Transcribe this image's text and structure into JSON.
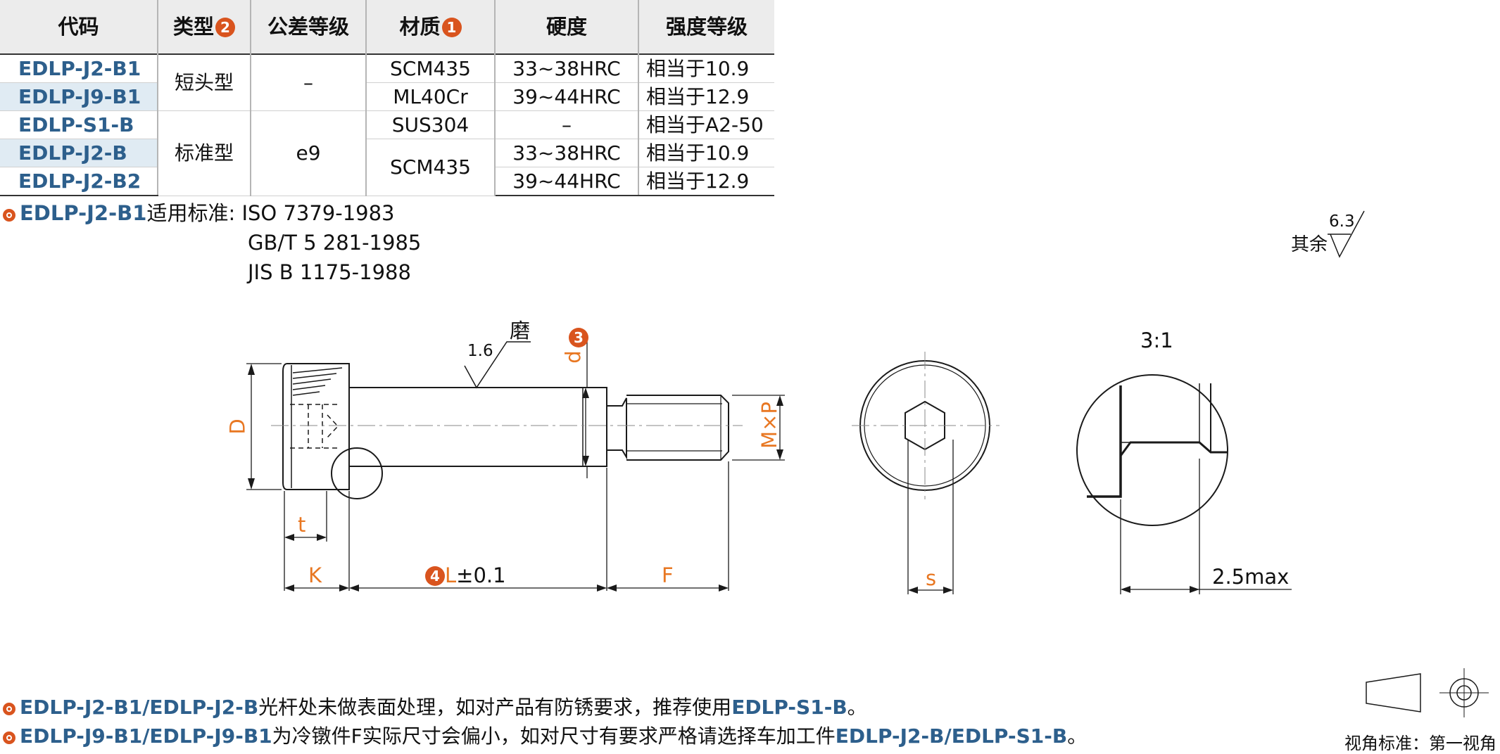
{
  "table": {
    "headers": [
      {
        "label": "代码",
        "badge": ""
      },
      {
        "label": "类型",
        "badge": "2"
      },
      {
        "label": "公差等级",
        "badge": ""
      },
      {
        "label": "材质",
        "badge": "1"
      },
      {
        "label": "硬度",
        "badge": ""
      },
      {
        "label": "强度等级",
        "badge": ""
      }
    ],
    "codes": [
      "EDLP-J2-B1",
      "EDLP-J9-B1",
      "EDLP-S1-B",
      "EDLP-J2-B",
      "EDLP-J2-B2"
    ],
    "types": [
      "短头型",
      "标准型"
    ],
    "tolerances": [
      "–",
      "e9"
    ],
    "materials": [
      "SCM435",
      "ML40Cr",
      "SUS304",
      "SCM435"
    ],
    "hardness": [
      "33~38HRC",
      "39~44HRC",
      "–",
      "33~38HRC",
      "39~44HRC"
    ],
    "strength": [
      "相当于10.9",
      "相当于12.9",
      "相当于A2-50",
      "相当于10.9",
      "相当于12.9"
    ]
  },
  "standards": {
    "code": "EDLP-J2-B1",
    "label": "适用标准:",
    "items": [
      "ISO 7379-1983",
      "GB/T 5 281-1985",
      "JIS B 1175-1988"
    ]
  },
  "surface": {
    "rest_label": "其余",
    "rest_value": "6.3",
    "ground_value": "1.6",
    "ground_label": "磨"
  },
  "dims": {
    "D": "D",
    "d": "d",
    "d_badge": "3",
    "MxP": "M×P",
    "t": "t",
    "K": "K",
    "L_badge": "4",
    "L": "L",
    "L_tol": "±0.1",
    "F": "F",
    "s": "s",
    "scale": "3:1",
    "undercut": "2.5max"
  },
  "notes": [
    {
      "codes": "EDLP-J2-B1/EDLP-J2-B",
      "text": "光杆处未做表面处理，如对产品有防锈要求，推荐使用",
      "code2": "EDLP-S1-B",
      "end": "。"
    },
    {
      "codes": "EDLP-J9-B1/EDLP-J9-B1",
      "text": "为冷镦件F实际尺寸会偏小，如对尺寸有要求严格请选择车加工件",
      "code2": "EDLP-J2-B/EDLP-S1-B",
      "end": "。"
    }
  ],
  "view_standard": "视角标准：第一视角",
  "colors": {
    "code_blue": "#2d5f8c",
    "accent_orange": "#e87722",
    "badge_red": "#d9541e",
    "header_gray": "#ececec"
  }
}
